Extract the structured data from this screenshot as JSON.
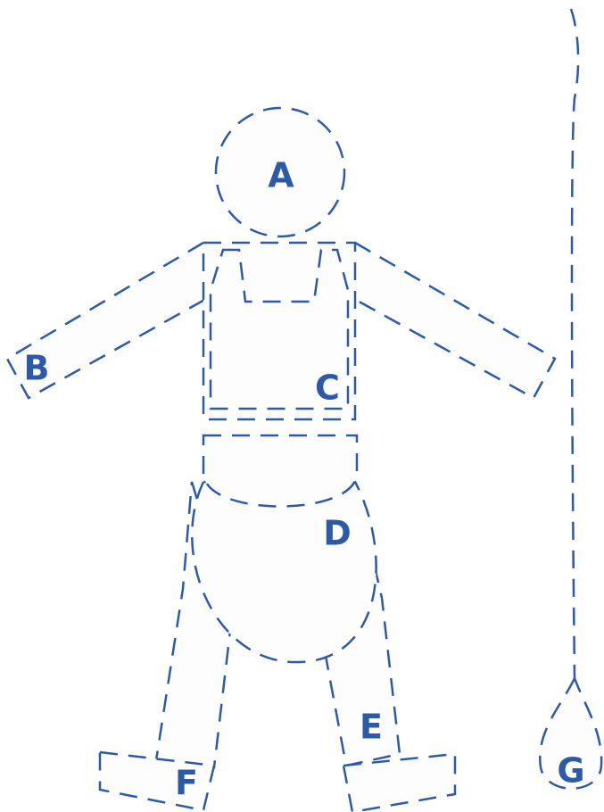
{
  "diagram": {
    "stroke_color": "#2d5aa8",
    "fill_color": "#fdfdfd",
    "labels": {
      "a": "A",
      "b": "B",
      "c": "C",
      "d": "D",
      "e": "E",
      "f": "F",
      "g": "G"
    }
  }
}
